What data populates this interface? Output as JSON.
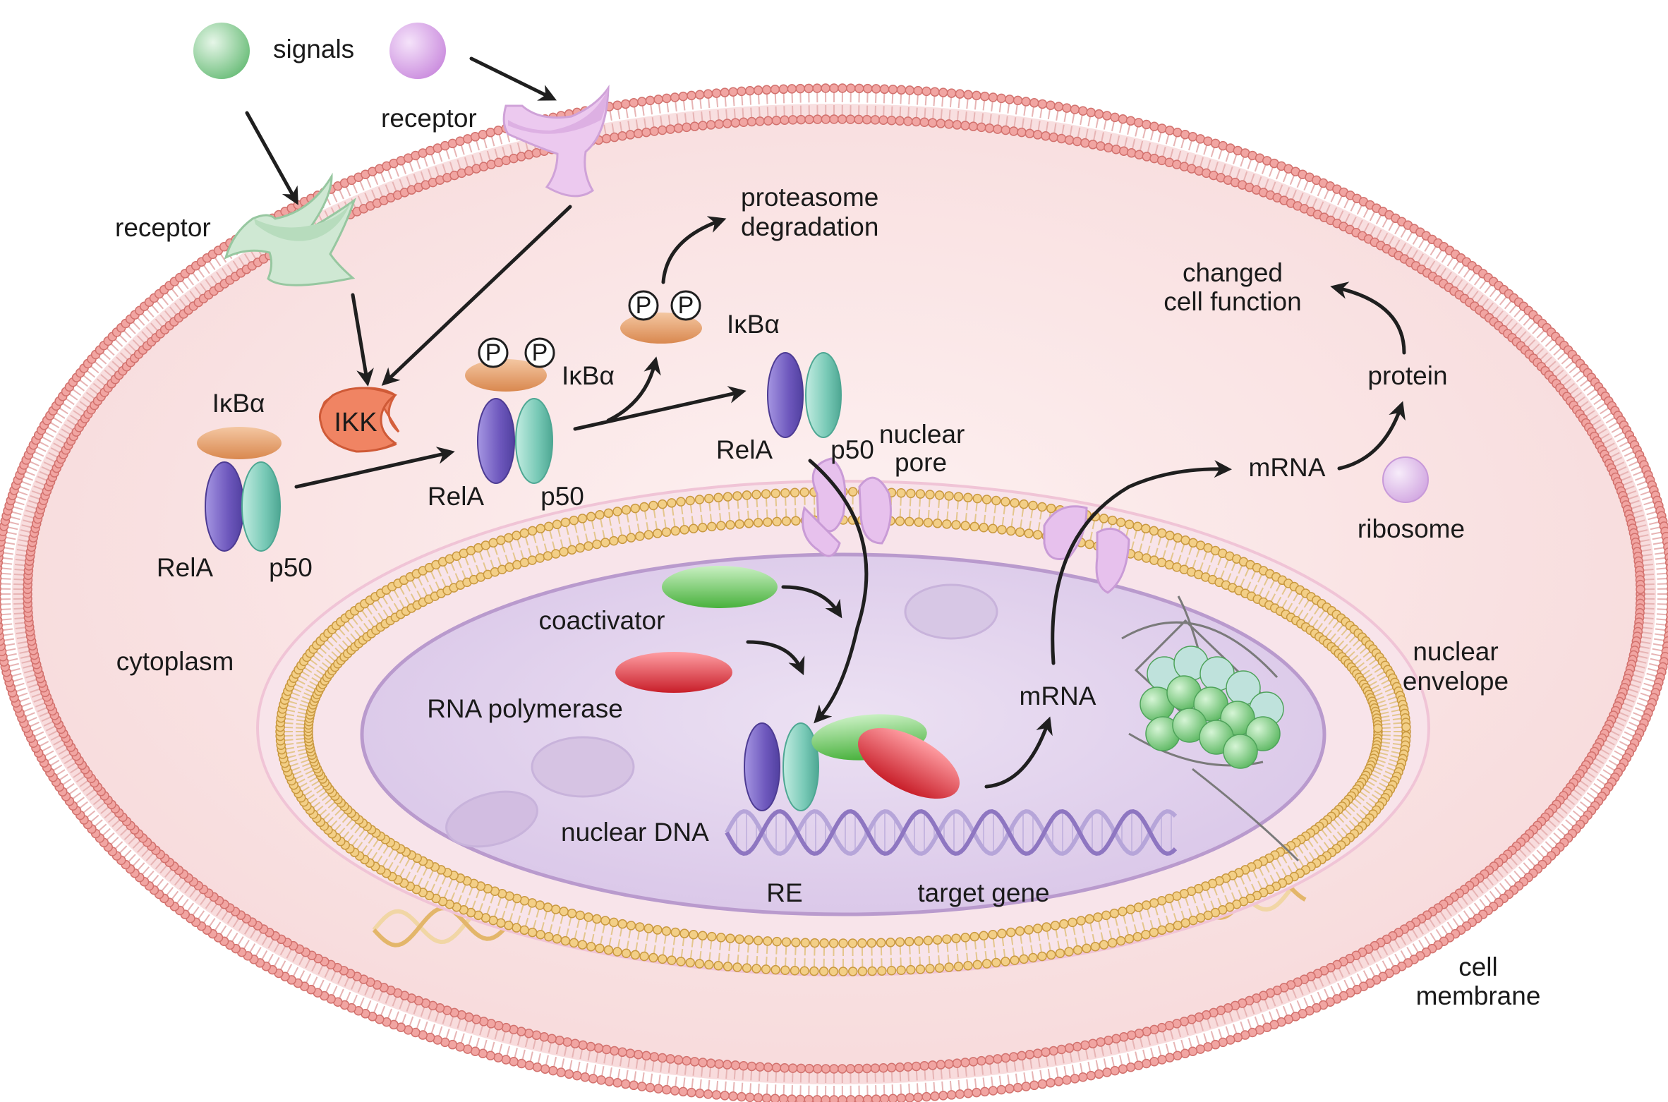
{
  "labels": {
    "signals": "signals",
    "receptor_left": "receptor",
    "receptor_right": "receptor",
    "ikk": "IKK",
    "ikba_1": "IκBα",
    "rela_1": "RelA",
    "p50_1": "p50",
    "ikba_2": "IκBα",
    "rela_2": "RelA",
    "p50_2": "p50",
    "phospho_p": "P",
    "proteasome": [
      "proteasome",
      "degradation"
    ],
    "ikba_3": "IκBα",
    "rela_3": "RelA",
    "p50_3": "p50",
    "nuclear_pore": [
      "nuclear",
      "pore"
    ],
    "changed_function": [
      "changed",
      "cell function"
    ],
    "protein": "protein",
    "mrna_cyto": "mRNA",
    "ribosome": "ribosome",
    "cytoplasm": "cytoplasm",
    "coactivator": "coactivator",
    "rna_polymerase": "RNA polymerase",
    "mrna_nucleus": "mRNA",
    "nuclear_envelope": [
      "nuclear",
      "envelope"
    ],
    "nuclear_dna": "nuclear DNA",
    "re": "RE",
    "target_gene": "target gene",
    "cell_membrane": [
      "cell",
      "membrane"
    ]
  },
  "colors": {
    "membrane_head": "#e48f8c",
    "cytoplasm": "#fbe6e6",
    "nuclear_head": "#e2b35c",
    "nucleoplasm": "#e2d3ec",
    "rela": "#7d66c6",
    "p50": "#7fcfbe",
    "ikba": "#e3a071",
    "ikk": "#f08463",
    "coactivator": "#6ccb62",
    "rna_polymerase": "#de2f38",
    "signal_green": "#8fd09a",
    "signal_purple": "#dca6ea",
    "receptor_green": "#c9e5cd",
    "receptor_purple": "#ebc7ee",
    "dna": "#9a86c6",
    "outer_dna": "#e9c27d"
  }
}
